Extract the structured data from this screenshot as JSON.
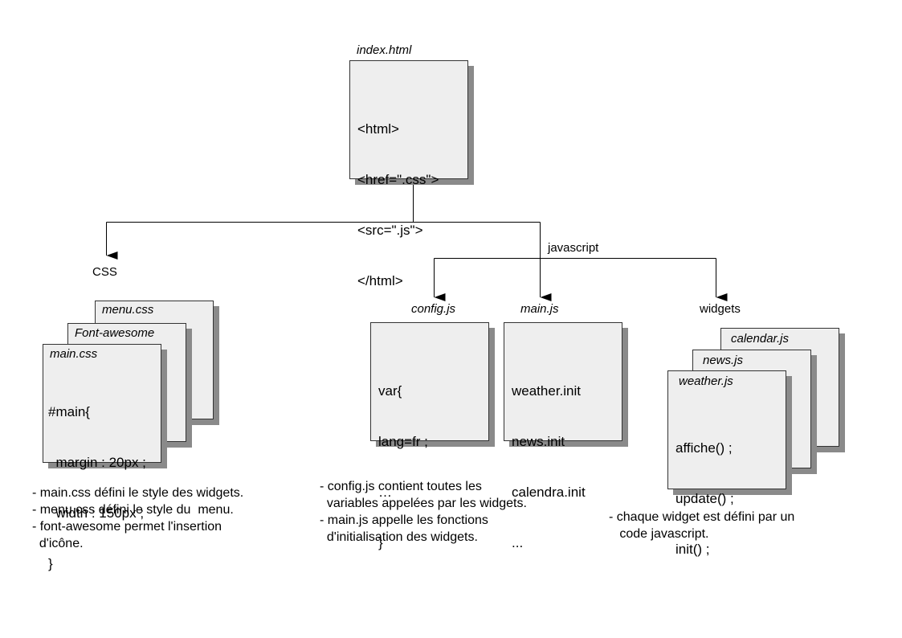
{
  "index": {
    "title": "index.html",
    "lines": [
      "<html>",
      "<href=\".css\">",
      "<src=\".js\">",
      "</html>"
    ]
  },
  "branches": {
    "css": "CSS",
    "javascript": "javascript",
    "widgets": "widgets"
  },
  "css_files": {
    "menu": {
      "title": "menu.css"
    },
    "fontawesome": {
      "title": "Font-awesome"
    },
    "main": {
      "title": "main.css",
      "lines": [
        "#main{",
        "  margin : 20px ;",
        "  width : 150px ;",
        "}"
      ]
    }
  },
  "js_files": {
    "config": {
      "title": "config.js",
      "lines": [
        "var{",
        "lang=fr ;",
        "…",
        "}"
      ]
    },
    "main": {
      "title": "main.js",
      "lines": [
        "weather.init",
        "news.init",
        "calendra.init",
        "..."
      ]
    }
  },
  "widget_files": {
    "calendar": {
      "title": "calendar.js"
    },
    "news": {
      "title": "news.js"
    },
    "weather": {
      "title": "weather.js",
      "lines": [
        "affiche() ;",
        "update() ;",
        "init() ;"
      ]
    }
  },
  "notes": {
    "css": [
      "- main.css défini le style des widgets.",
      "- menu.css défini le style du  menu.",
      "- font-awesome permet l'insertion",
      "  d'icône."
    ],
    "js": [
      "- config.js contient toutes les",
      "  variables appelées par les widgets.",
      "- main.js appelle les fonctions",
      "  d'initialisation des widgets."
    ],
    "widgets": [
      "- chaque widget est défini par un",
      "   code javascript."
    ]
  }
}
